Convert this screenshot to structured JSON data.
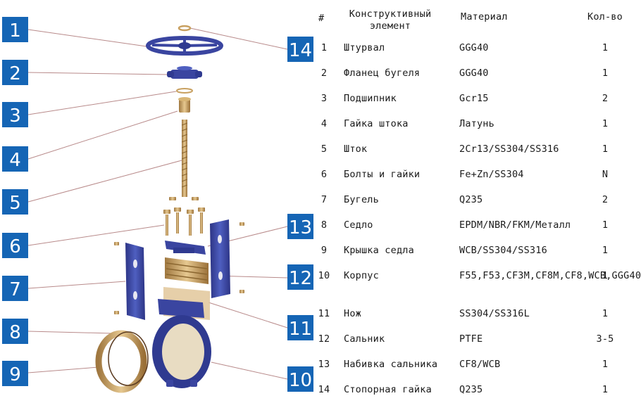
{
  "table": {
    "headers": {
      "num": "#",
      "element": "Конструктивный элемент",
      "material": "Материал",
      "qty": "Кол-во"
    },
    "rows": [
      {
        "num": "1",
        "element": "Штурвал",
        "material": "GGG40",
        "qty": "1"
      },
      {
        "num": "2",
        "element": "Фланец бугеля",
        "material": "GGG40",
        "qty": "1"
      },
      {
        "num": "3",
        "element": "Подшипник",
        "material": "Gcr15",
        "qty": "2"
      },
      {
        "num": "4",
        "element": "Гайка штока",
        "material": "Латунь",
        "qty": "1"
      },
      {
        "num": "5",
        "element": "Шток",
        "material": "2Cr13/SS304/SS316",
        "qty": "1"
      },
      {
        "num": "6",
        "element": "Болты и гайки",
        "material": "Fe+Zn/SS304",
        "qty": "N"
      },
      {
        "num": "7",
        "element": "Бугель",
        "material": "Q235",
        "qty": "2"
      },
      {
        "num": "8",
        "element": "Седло",
        "material": "EPDM/NBR/FKM/Металл",
        "qty": "1"
      },
      {
        "num": "9",
        "element": "Крышка седла",
        "material": "WCB/SS304/SS316",
        "qty": "1"
      },
      {
        "num": "10",
        "element": "Корпус",
        "material": "F55,F53,CF3M,CF8M,CF8,WCB,GGG40",
        "qty": "1"
      },
      {
        "num": "11",
        "element": "Нож",
        "material": "SS304/SS316L",
        "qty": "1"
      },
      {
        "num": "12",
        "element": "Сальник",
        "material": "PTFE",
        "qty": "3-5"
      },
      {
        "num": "13",
        "element": "Набивка сальника",
        "material": "CF8/WCB",
        "qty": "1"
      },
      {
        "num": "14",
        "element": "Стопорная гайка",
        "material": "Q235",
        "qty": "1"
      }
    ]
  },
  "callouts": [
    "1",
    "2",
    "3",
    "4",
    "5",
    "6",
    "7",
    "8",
    "9",
    "10",
    "11",
    "12",
    "13",
    "14"
  ],
  "colors": {
    "callout": "#1565b5",
    "iron": "#3a45a0",
    "brass": "#c8a060",
    "leader": "#b88a8a"
  }
}
